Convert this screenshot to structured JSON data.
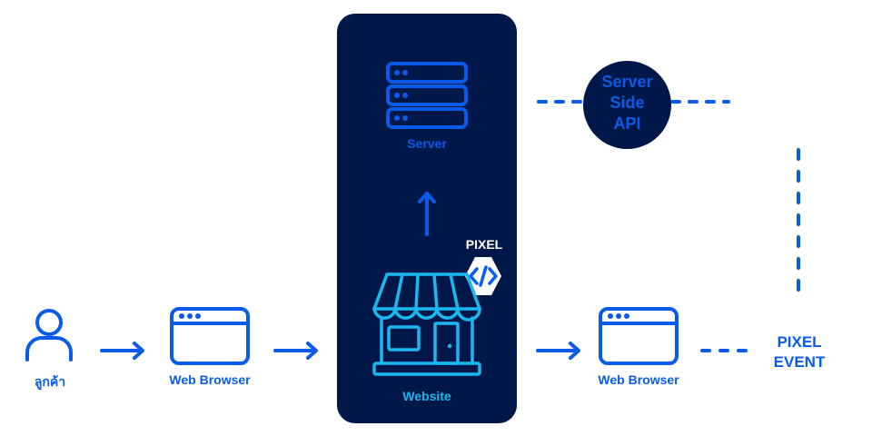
{
  "diagram": {
    "title": "",
    "colors": {
      "primary_blue": "#0a5ce8",
      "dark_navy": "#00174a",
      "cyan": "#1ab8f0",
      "white": "#ffffff"
    },
    "nodes": {
      "customer": {
        "label": "ลูกค้า",
        "icon": "person-icon"
      },
      "browser_left": {
        "label": "Web Browser",
        "icon": "browser-window-icon"
      },
      "server": {
        "label": "Server",
        "icon": "server-rack-icon"
      },
      "website": {
        "label": "Website",
        "icon": "storefront-icon"
      },
      "pixel_badge": {
        "label": "PIXEL",
        "icon": "code-tag-icon"
      },
      "server_side_api": {
        "line1": "Server",
        "line2": "Side",
        "line3": "API"
      },
      "browser_right": {
        "label": "Web Browser",
        "icon": "browser-window-icon"
      },
      "pixel_event": {
        "line1": "PIXEL",
        "line2": "EVENT"
      }
    },
    "edges": [
      {
        "from": "customer",
        "to": "browser_left",
        "style": "solid-arrow"
      },
      {
        "from": "browser_left",
        "to": "website",
        "style": "solid-arrow"
      },
      {
        "from": "website",
        "to": "server",
        "style": "solid-arrow"
      },
      {
        "from": "website",
        "to": "browser_right",
        "style": "solid-arrow"
      },
      {
        "from": "browser_right",
        "to": "pixel_event",
        "style": "dashed"
      },
      {
        "from": "pixel_event",
        "to": "server_side_api",
        "style": "dashed"
      },
      {
        "from": "server",
        "to": "server_side_api",
        "style": "dashed"
      }
    ]
  }
}
